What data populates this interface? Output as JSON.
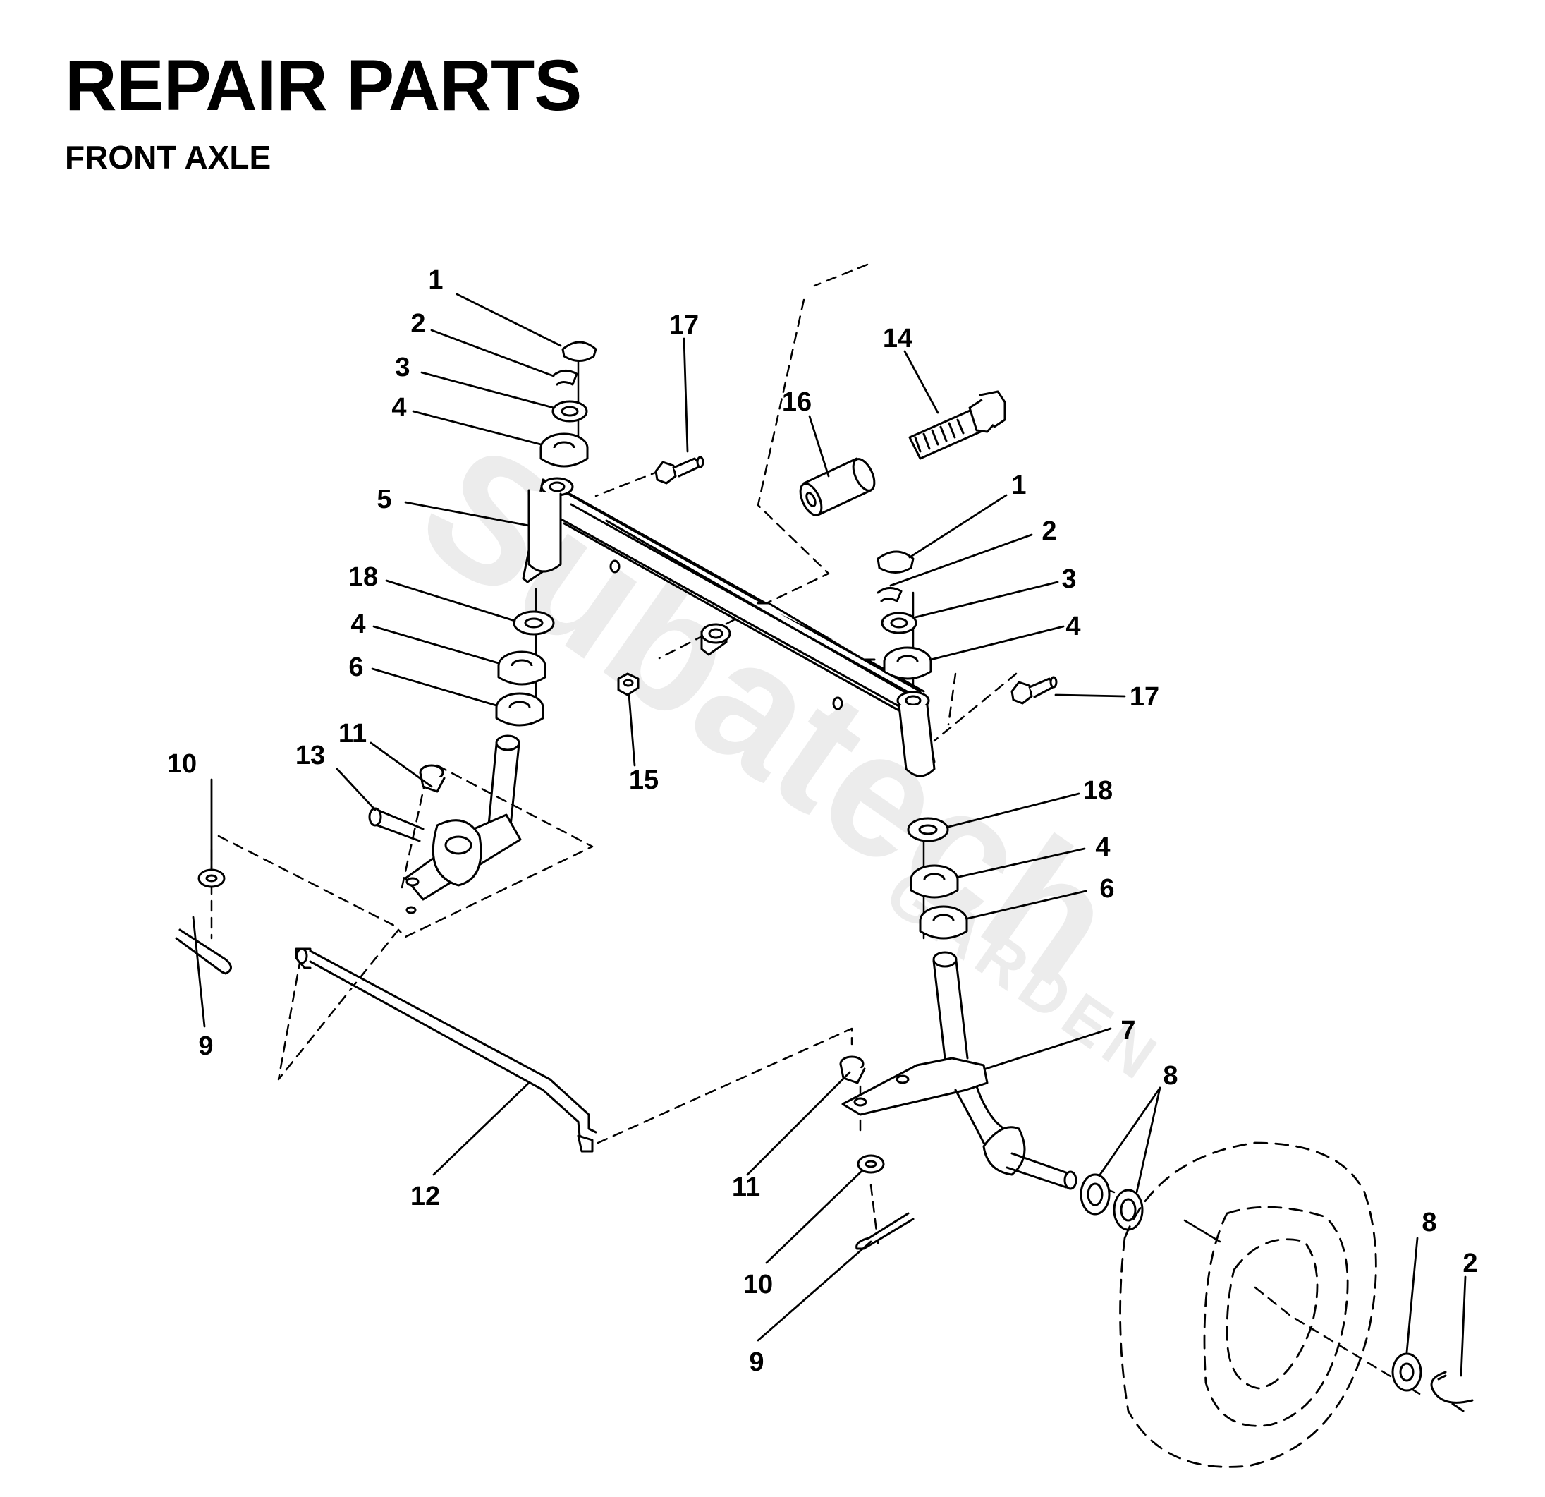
{
  "header": {
    "title": "REPAIR PARTS",
    "subtitle": "FRONT AXLE"
  },
  "watermark": {
    "brand": "Subatech",
    "sub": "GARDEN"
  },
  "callouts": [
    {
      "id": "c1a",
      "number": "1"
    },
    {
      "id": "c2a",
      "number": "2"
    },
    {
      "id": "c3a",
      "number": "3"
    },
    {
      "id": "c4a",
      "number": "4"
    },
    {
      "id": "c5",
      "number": "5"
    },
    {
      "id": "c18a",
      "number": "18"
    },
    {
      "id": "c4b",
      "number": "4"
    },
    {
      "id": "c6a",
      "number": "6"
    },
    {
      "id": "c11a",
      "number": "11"
    },
    {
      "id": "c13",
      "number": "13"
    },
    {
      "id": "c10a",
      "number": "10"
    },
    {
      "id": "c9a",
      "number": "9"
    },
    {
      "id": "c17a",
      "number": "17"
    },
    {
      "id": "c14",
      "number": "14"
    },
    {
      "id": "c16",
      "number": "16"
    },
    {
      "id": "c1b",
      "number": "1"
    },
    {
      "id": "c2b",
      "number": "2"
    },
    {
      "id": "c3b",
      "number": "3"
    },
    {
      "id": "c4c",
      "number": "4"
    },
    {
      "id": "c17b",
      "number": "17"
    },
    {
      "id": "c15",
      "number": "15"
    },
    {
      "id": "c18b",
      "number": "18"
    },
    {
      "id": "c4d",
      "number": "4"
    },
    {
      "id": "c6b",
      "number": "6"
    },
    {
      "id": "c7",
      "number": "7"
    },
    {
      "id": "c8a",
      "number": "8"
    },
    {
      "id": "c12",
      "number": "12"
    },
    {
      "id": "c11b",
      "number": "11"
    },
    {
      "id": "c10b",
      "number": "10"
    },
    {
      "id": "c9b",
      "number": "9"
    },
    {
      "id": "c8b",
      "number": "8"
    },
    {
      "id": "c2c",
      "number": "2"
    }
  ]
}
